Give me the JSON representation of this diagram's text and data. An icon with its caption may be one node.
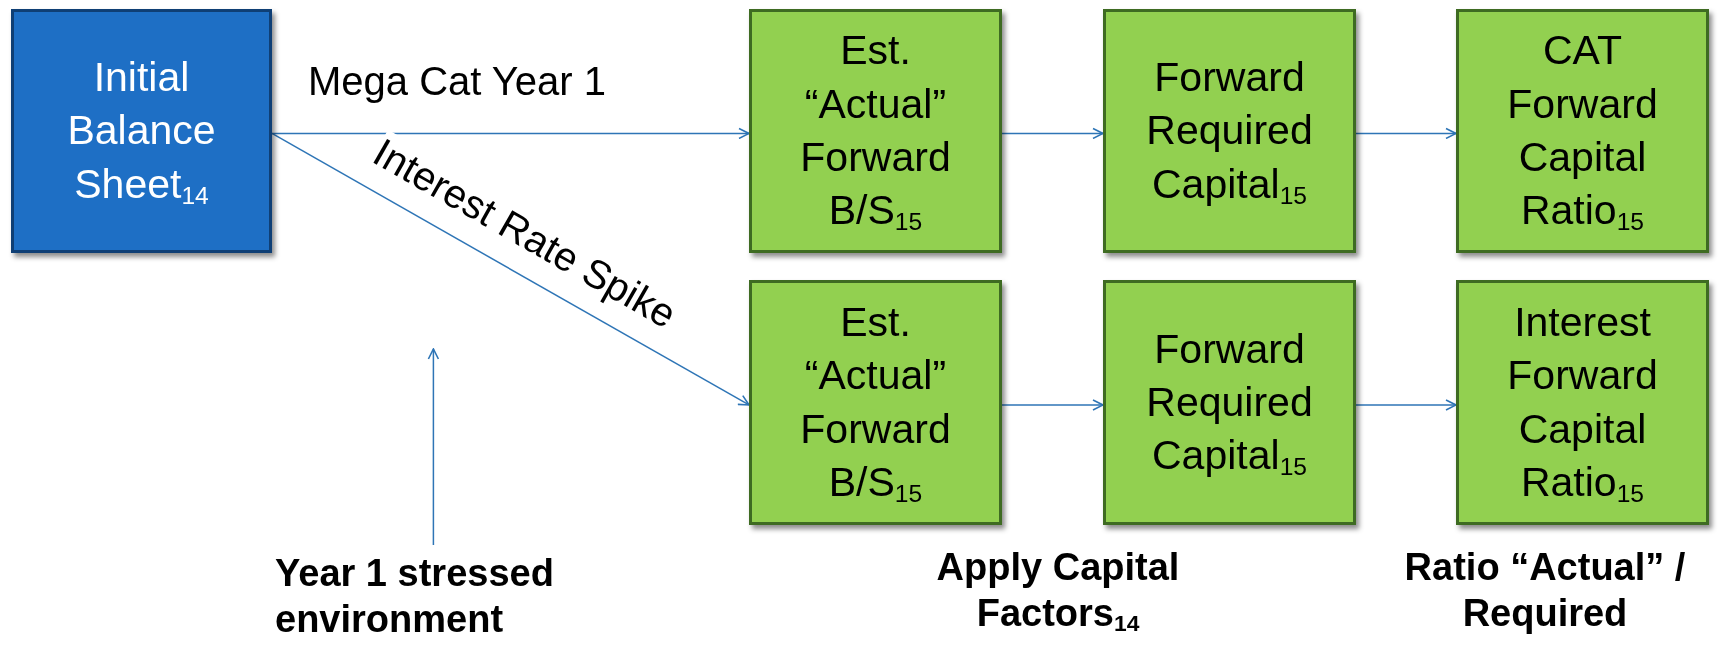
{
  "diagram": {
    "nodes": [
      {
        "text": [
          "Initial Balance Sheet$_{14}$"
        ]
      },
      {
        "text": [
          "Est. “Actual” Forward B/S$_{15}$"
        ]
      },
      {
        "text": [
          "Forward Required Capital$_{15}$"
        ]
      },
      {
        "text": [
          "CAT Forward Capital Ratio$_{15}$"
        ]
      },
      {
        "text": [
          "Est. “Actual” Forward B/S$_{15}$"
        ]
      },
      {
        "text": [
          "Forward Required Capital$_{15}$"
        ]
      },
      {
        "text": [
          "Interest Forward Capital Ratio$_{15}$"
        ]
      },
      {
        "text": [
          "Year 1 stressed environment"
        ]
      }
    ],
    "edges": [
      {
        "from": 0,
        "to": 1,
        "arrow": "to",
        "label": "Mega Cat Year 1"
      },
      {
        "from": 0,
        "to": 4,
        "arrow": "to",
        "label": "Interest Rate Spike"
      },
      {
        "from": 1,
        "to": 2,
        "arrow": "to"
      },
      {
        "from": 2,
        "to": 3,
        "arrow": "to"
      },
      {
        "from": 4,
        "to": 5,
        "arrow": "to"
      },
      {
        "from": 5,
        "to": 6,
        "arrow": "to"
      },
      {
        "from": 7,
        "to": null,
        "arrow": "to"
      }
    ],
    "labels": [
      "Apply Capital Factors$_{14}$",
      "Ratio “Actual” / Required"
    ]
  }
}
